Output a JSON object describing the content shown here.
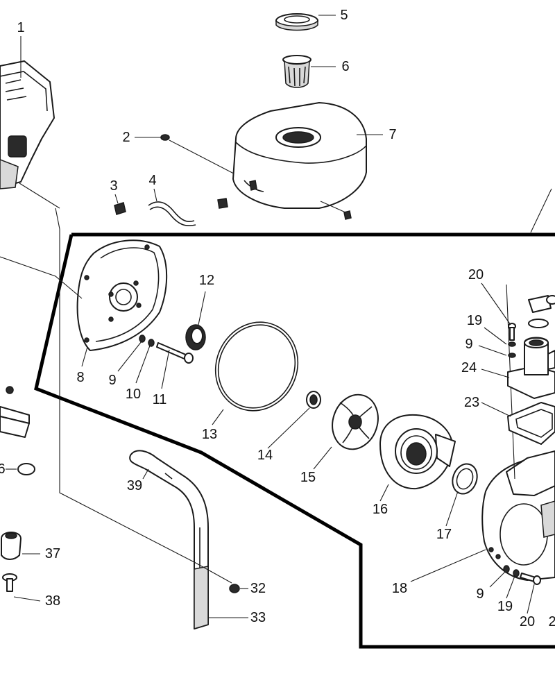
{
  "callouts": {
    "c1": "1",
    "c2": "2",
    "c3": "3",
    "c4": "4",
    "c5": "5",
    "c6": "6",
    "c7": "7",
    "c8": "8",
    "c9a": "9",
    "c10": "10",
    "c11": "11",
    "c12": "12",
    "c13": "13",
    "c14": "14",
    "c15": "15",
    "c16": "16",
    "c17": "17",
    "c18": "18",
    "c9b": "9",
    "c19a": "19",
    "c20a": "20",
    "c9c": "9",
    "c19b": "19",
    "c20b": "20",
    "c21": "2",
    "c23": "23",
    "c24": "24",
    "c32": "32",
    "c33": "33",
    "c36": "6",
    "c37": "37",
    "c38": "38",
    "c39": "39"
  }
}
